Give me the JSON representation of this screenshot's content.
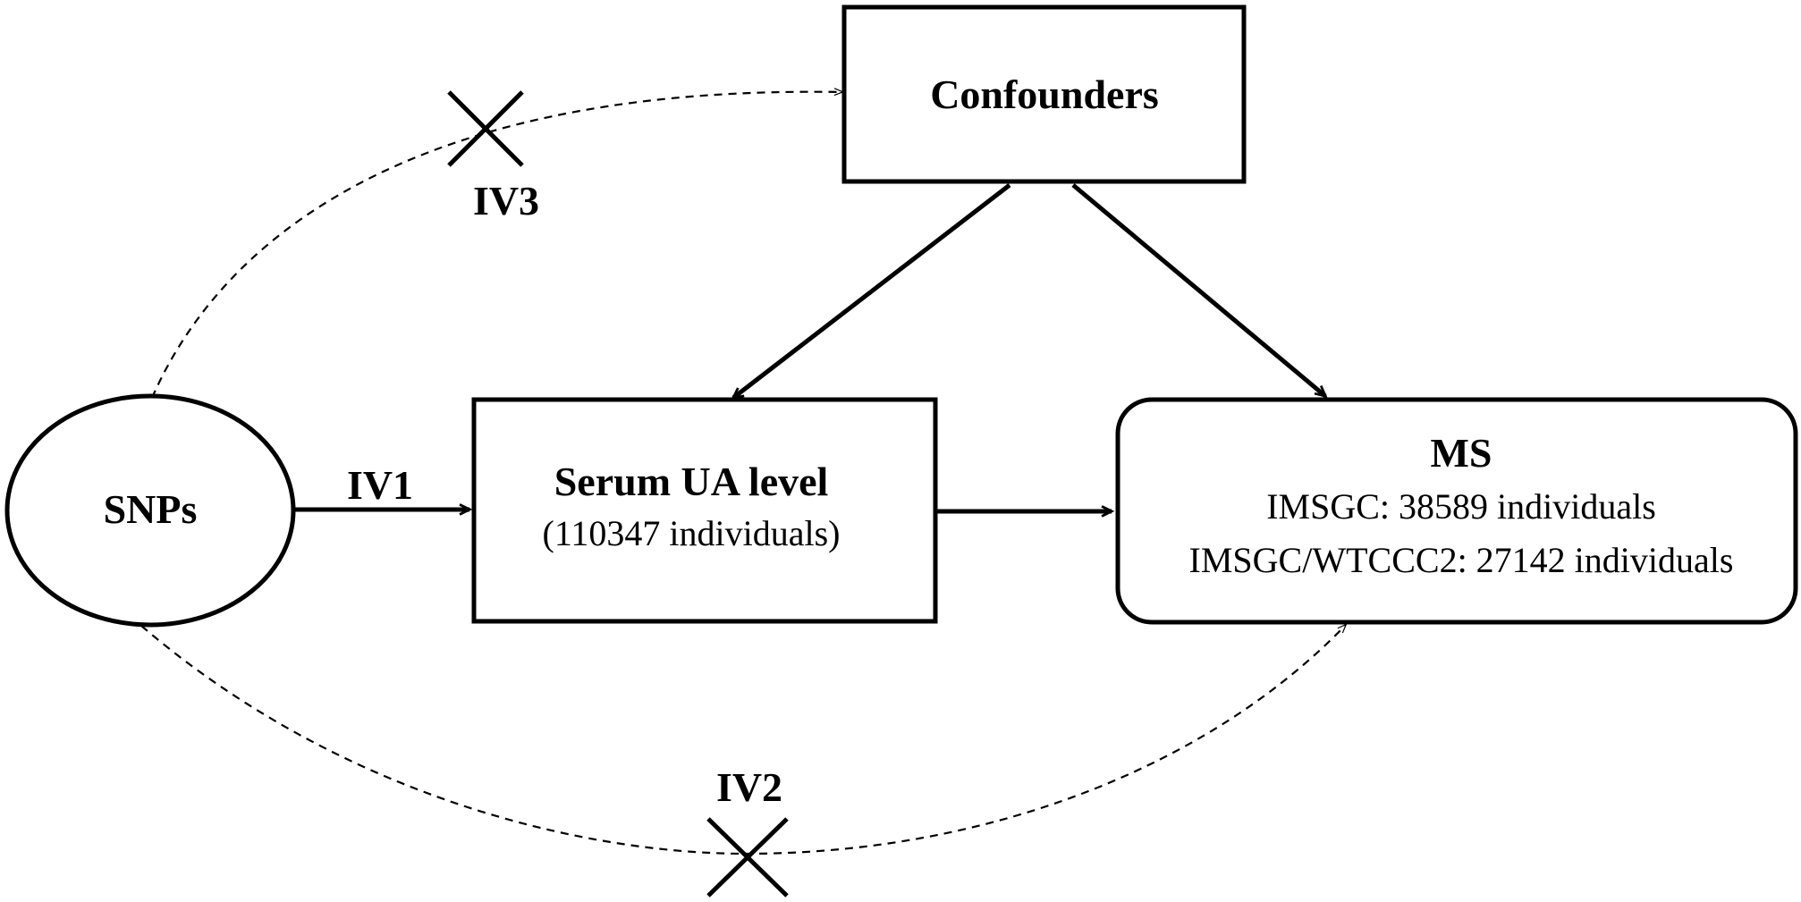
{
  "nodes": {
    "snps": {
      "label": "SNPs"
    },
    "confounders": {
      "label": "Confounders"
    },
    "exposure": {
      "title": "Serum UA level",
      "detail": "(110347 individuals)"
    },
    "outcome": {
      "title": "MS",
      "line1": "IMSGC:  38589 individuals",
      "line2": "IMSGC/WTCCC2:  27142 individuals"
    }
  },
  "edges": {
    "iv1": "IV1",
    "iv2": "IV2",
    "iv3": "IV3"
  }
}
